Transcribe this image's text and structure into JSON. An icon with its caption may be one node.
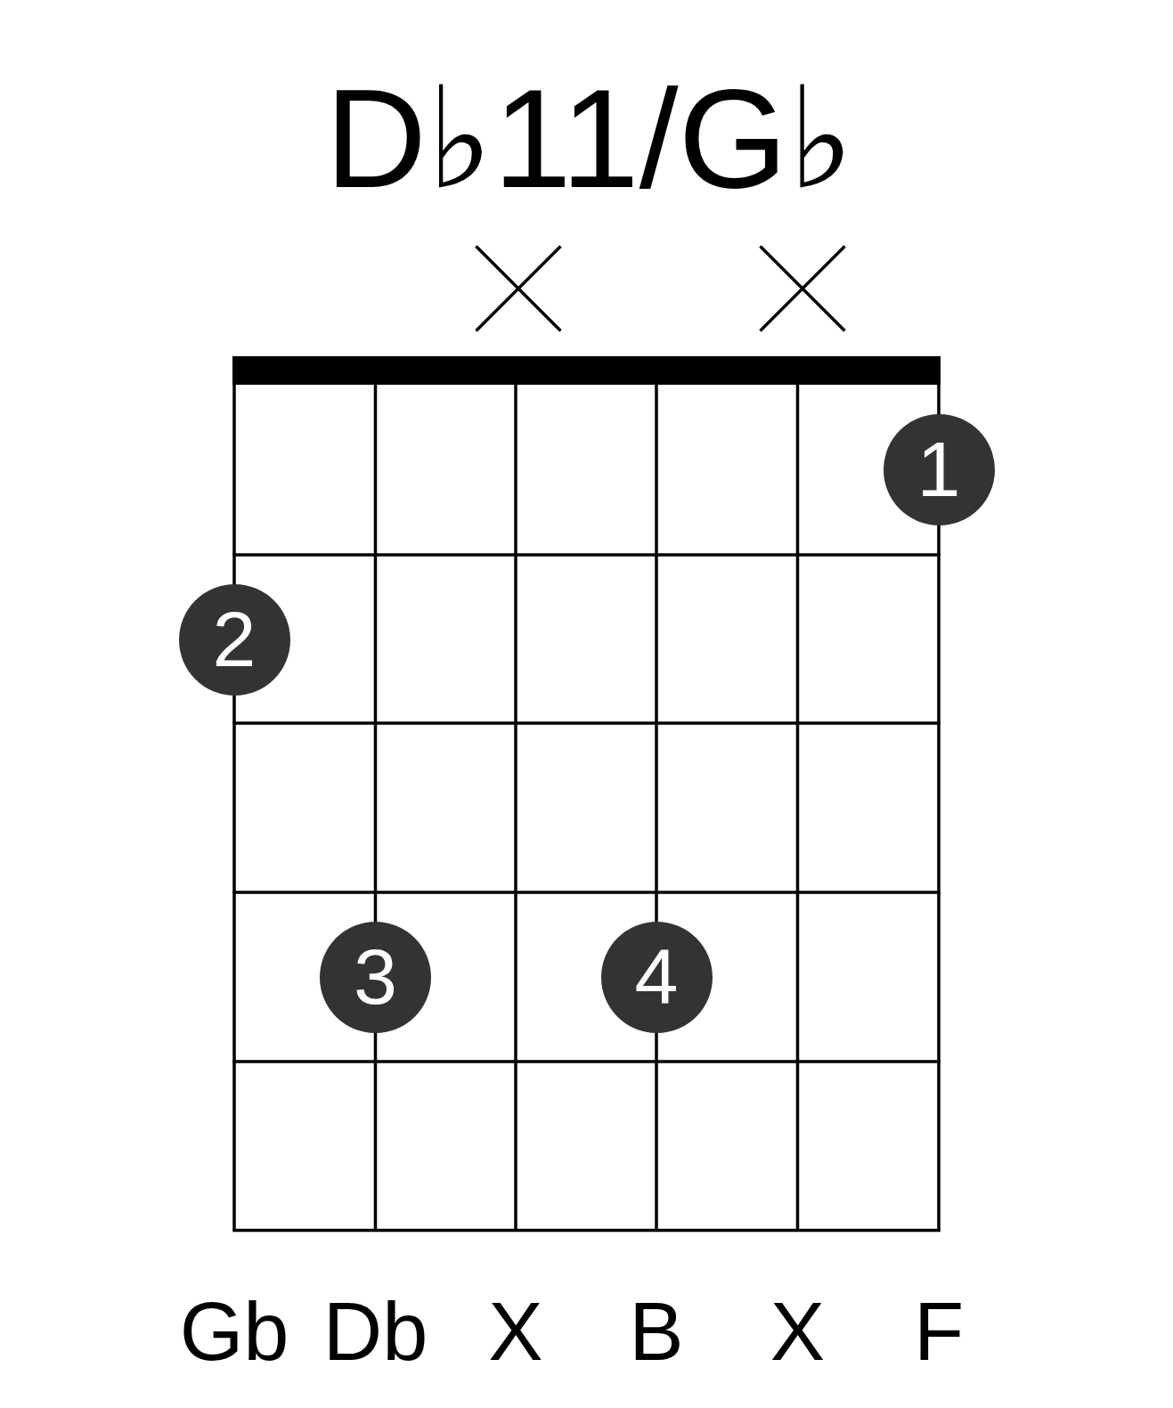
{
  "diagram": {
    "title": "D♭11/G♭",
    "nodes": [
      {
        "text": [
          "1"
        ]
      },
      {
        "text": [
          "2"
        ]
      },
      {
        "text": [
          "3"
        ]
      },
      {
        "text": [
          "4"
        ]
      }
    ],
    "labels": [
      "Gb",
      "Db",
      "X",
      "B",
      "X",
      "F"
    ]
  }
}
